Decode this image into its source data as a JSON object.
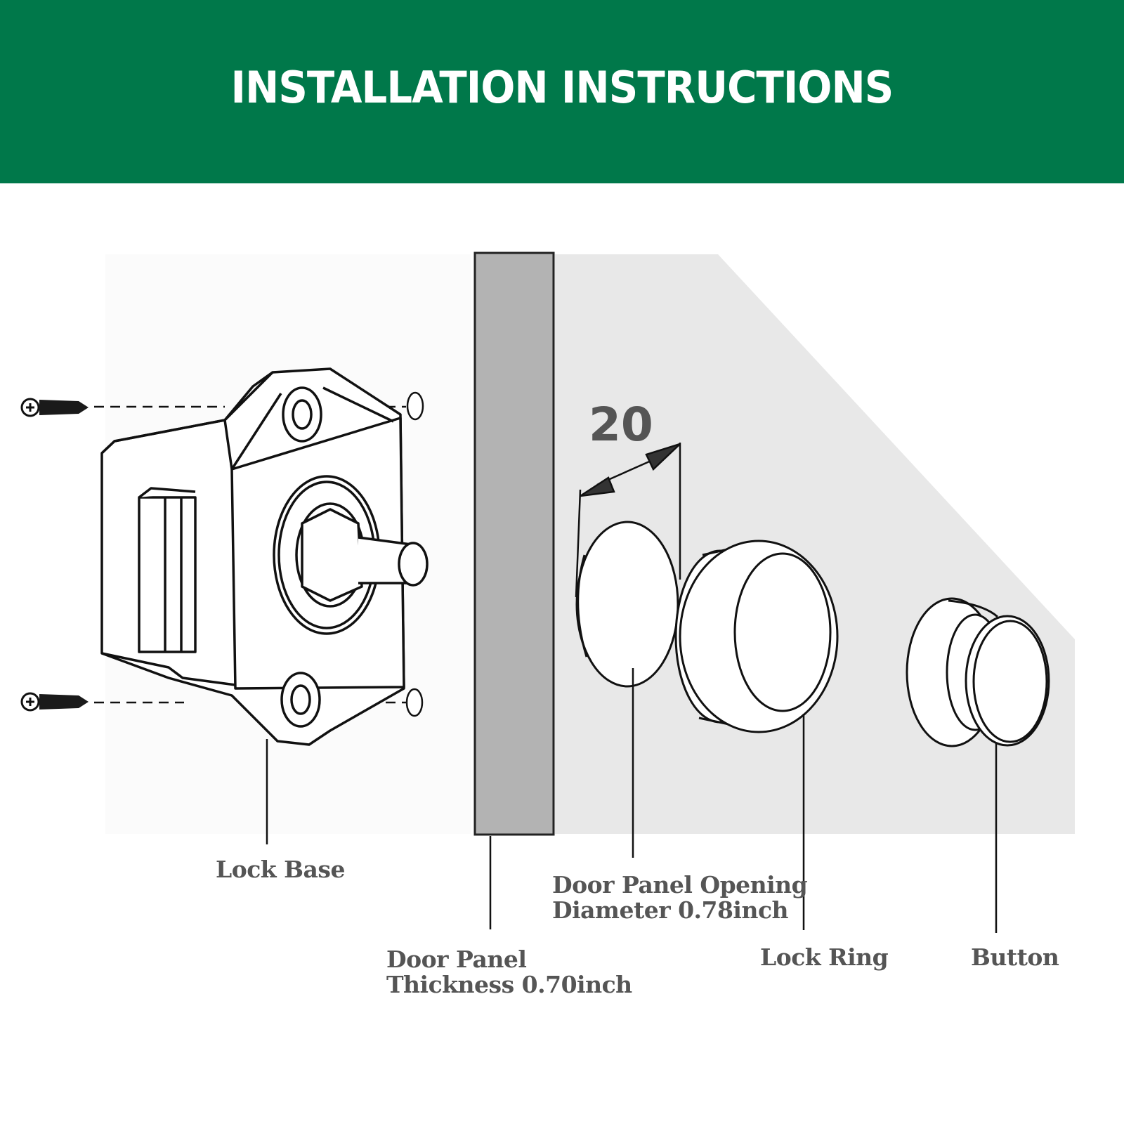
{
  "header": {
    "title": "INSTALLATION INSTRUCTIONS"
  },
  "colors": {
    "banner": "#00784a",
    "panel": "#b3b3b3",
    "background_area": "#e8e8e8",
    "label_text": "#555555"
  },
  "dimension": "20",
  "labels": {
    "lock_base": "Lock Base",
    "opening_line1": "Door Panel Opening",
    "opening_line2": "Diameter 0.78inch",
    "thickness_line1": "Door Panel",
    "thickness_line2": "Thickness 0.70inch",
    "lock_ring": "Lock Ring",
    "button": "Button"
  },
  "icons": [
    "screw-icon",
    "screw-icon",
    "lock-base-icon",
    "door-opening-icon",
    "lock-ring-icon",
    "button-icon",
    "dimension-arrow-icon"
  ]
}
